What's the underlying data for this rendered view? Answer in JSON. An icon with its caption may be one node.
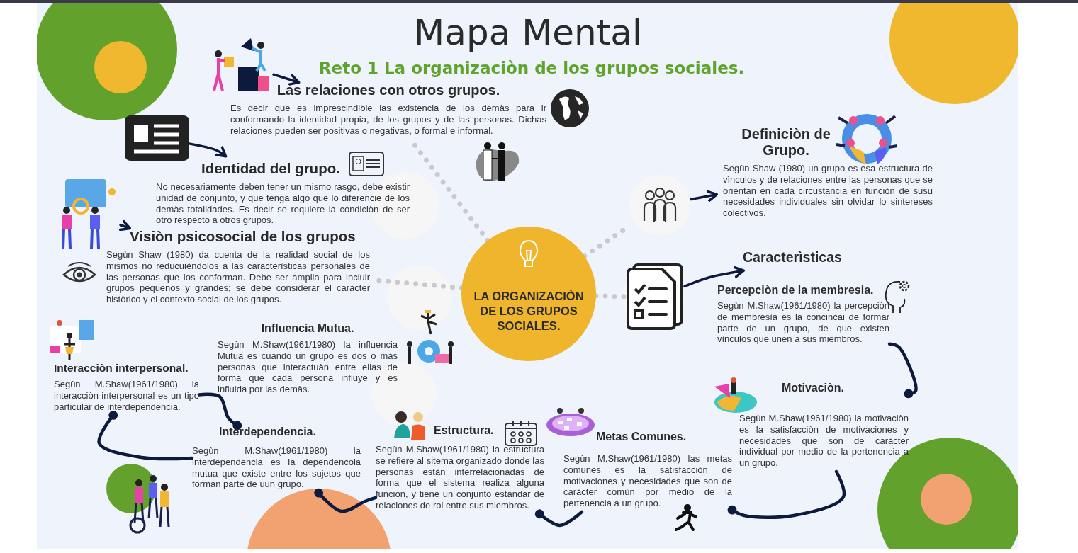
{
  "diagram": {
    "title": "Mapa Mental",
    "nodes": [
      {
        "text": [
          "LA ORGANIZACIÒN DE LOS GRUPOS SOCIALES."
        ]
      },
      {
        "text": [
          "Las relaciones con otros grupos.",
          "Es decir que es imprescindible las existencia de los demàs para ir conformando la identidad propia, de los grupos y de las personas. Dichas relaciones pueden ser positivas o negativas, o formal e informal."
        ]
      },
      {
        "text": [
          "Identidad  del grupo.",
          "No necesariamente deben tener un mismo rasgo, debe existir unidad de conjunto, y que tenga algo que lo diferencie de los demàs totalidades. Es decir se requiere la condiciòn de ser otro respecto a otros grupos."
        ]
      },
      {
        "text": [
          "Visiòn psicosocial de los grupos",
          "Segùn Shaw (1980) da cuenta de la realidad social de los mismos no reducuièndolos a las caracterìsticas personales de las personas que los conforman. Debe ser amplia para incluir grupos pequeños y grandes; se debe considerar el caràcter històrico y el contexto social de los grupos."
        ]
      },
      {
        "text": [
          "Definiciòn de Grupo.",
          "Segùn Shaw (1980) un grupo es esa estructura de vìnculos y de relaciones entre las personas que se orientan en cada circustancia en funciòn de susu necesidades individuales sin olvidar lo sintereses colectivos."
        ]
      },
      {
        "text": [
          "Caracterìsticas"
        ]
      },
      {
        "text": [
          "Percepciòn de la membresia.",
          "Segùn M.Shaw(1961/1980) la percepciòn de membresìa es la concincai de formar parte de un grupo, de que existen vìnculos que unen a sus miembros."
        ]
      },
      {
        "text": [
          "Motivaciòn.",
          "Segùn M.Shaw(1961/1980) la motivaciòn es la satisfacciòn de motivaciones y necesidades que son de caràcter individual por medio de la pertenencia a un grupo."
        ]
      },
      {
        "text": [
          "Metas Comunes.",
          "Segùn M.Shaw(1961/1980) las metas comunes es la satisfacciòn de motivaciones y necesidades que son de caràcter comùn por medio de la pertenencia a un grupo."
        ]
      },
      {
        "text": [
          "Estructura.",
          "Segùn M.Shaw(1961/1980) la estructura se refiere  al sitema organizado donde las personas estàn interrelacionadas de forma que el sistema realiza alguna funciòn, y tiene un conjunto estàndar de relaciones de rol entre sus miembros."
        ]
      },
      {
        "text": [
          "Interdependencia.",
          "Segùn M.Shaw(1961/1980) la interdependencia es la dependencoia mutua que existe entre los sujetos que forman parte de uun grupo."
        ]
      },
      {
        "text": [
          "Interacciòn interpersonal.",
          "Segùn M.Shaw(1961/1980) la interacciòn interpersonal es un tipo particular de interdependencia."
        ]
      },
      {
        "text": [
          "Influencia Mutua.",
          "Segùn M.Shaw(1961/1980) la influencia Mutua  es cuando un grupo es dos o màs personas que interactuàn entre ellas de forma que cada persona influye y es influida por las demàs."
        ]
      },
      {
        "text": [],
        "shape": "circle"
      },
      {
        "text": [],
        "shape": "picture"
      },
      {
        "text": [],
        "shape": "picture"
      },
      {
        "text": [],
        "shape": "picture"
      },
      {
        "text": [],
        "shape": "picture"
      }
    ],
    "edges": [
      {
        "from": 0,
        "to": 1,
        "arrow": "none",
        "style": "dashed",
        "color": "#c9c9ce"
      },
      {
        "from": 0,
        "to": 3,
        "arrow": "none",
        "style": "dashed",
        "color": "#c9c9ce"
      },
      {
        "from": 0,
        "to": 13,
        "arrow": "none",
        "style": "dashed",
        "color": "#c9c9ce"
      },
      {
        "from": 13,
        "to": 4,
        "arrow": "to"
      },
      {
        "from": 0,
        "to": 14,
        "arrow": "none",
        "style": "dashed",
        "color": "#c9c9ce"
      },
      {
        "from": 14,
        "to": 5,
        "arrow": "to"
      },
      {
        "from": 15,
        "to": 1,
        "arrow": "to"
      },
      {
        "from": 16,
        "to": 2,
        "arrow": "to"
      },
      {
        "from": 17,
        "to": 3,
        "arrow": "to"
      },
      {
        "from": 6,
        "to": 7,
        "arrow": "other"
      },
      {
        "from": 7,
        "to": 8,
        "arrow": "other"
      },
      {
        "from": 8,
        "to": 9,
        "arrow": "other"
      },
      {
        "from": 9,
        "to": 10,
        "arrow": "other"
      },
      {
        "from": 10,
        "to": 11,
        "arrow": "other"
      },
      {
        "from": 11,
        "to": 10,
        "arrow": "other"
      }
    ],
    "labels": [
      "Reto 1 La organizaciòn de los grupos sociales."
    ]
  }
}
